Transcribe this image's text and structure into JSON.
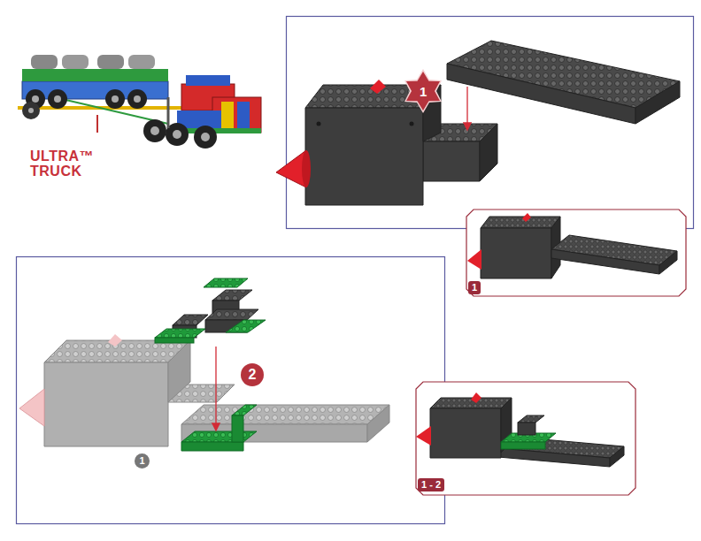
{
  "diagram": {
    "labels": [
      "ULTRA™ TRUCK",
      "1",
      "1",
      "2",
      "1",
      "1 - 2"
    ]
  }
}
